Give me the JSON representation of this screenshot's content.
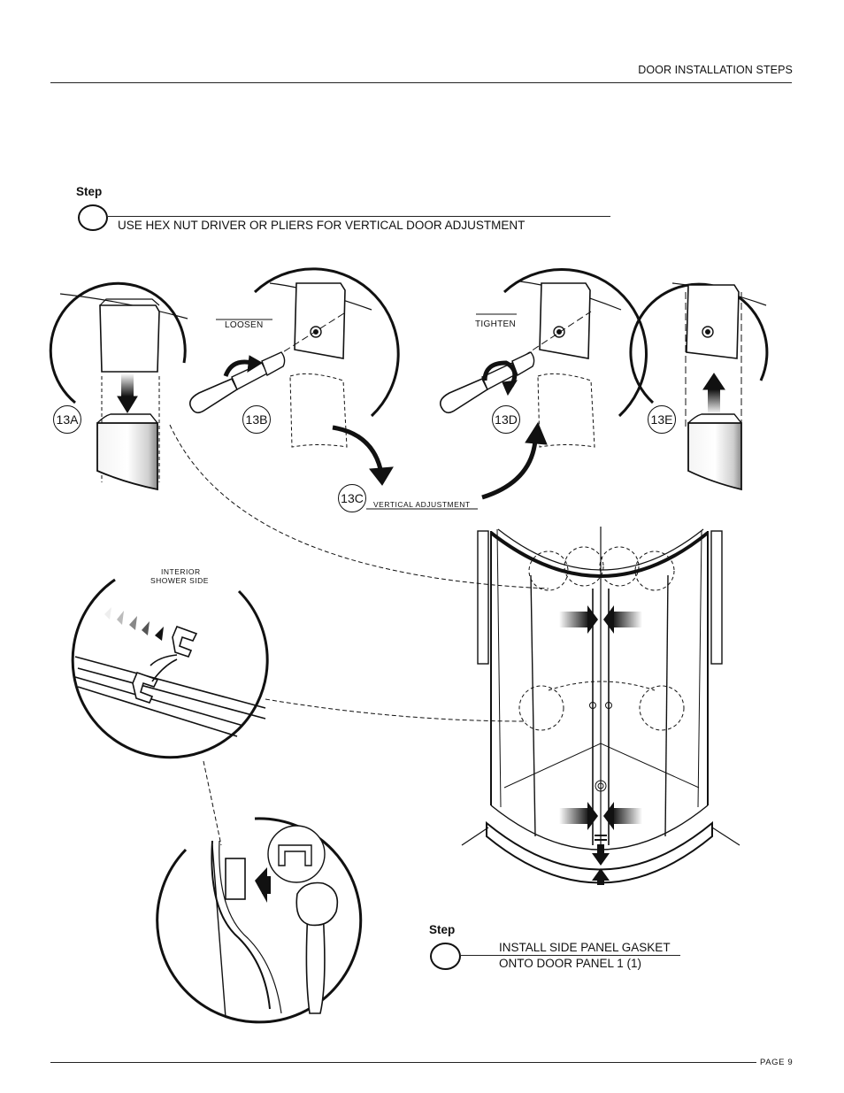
{
  "header": {
    "title": "DOOR INSTALLATION STEPS"
  },
  "step13": {
    "label": "Step",
    "instruction": "USE HEX NUT DRIVER OR PLIERS FOR VERTICAL DOOR ADJUSTMENT"
  },
  "details": {
    "a": "13A",
    "b": "13B",
    "c": "13C",
    "d": "13D",
    "e": "13E",
    "loosen": "LOOSEN",
    "tighten": "TIGHTEN",
    "vertical_adjustment": "VERTICAL  ADJUSTMENT"
  },
  "gasket_detail": {
    "label_line1": "INTERIOR",
    "label_line2": "SHOWER SIDE"
  },
  "step14": {
    "label": "Step",
    "instruction_line1": "INSTALL SIDE PANEL GASKET",
    "instruction_line2": "ONTO DOOR PANEL 1 (1)"
  },
  "footer": {
    "page": "PAGE 9"
  }
}
